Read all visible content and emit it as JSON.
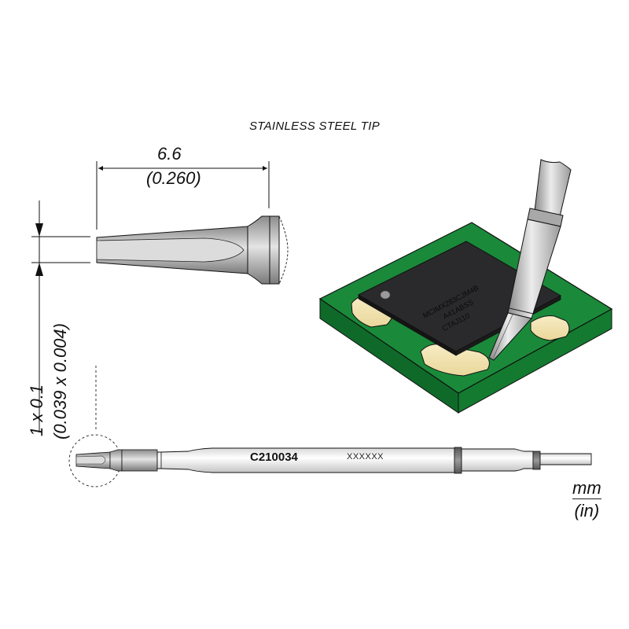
{
  "diagram": {
    "title": "STAINLESS STEEL TIP",
    "dimensions": {
      "length_mm": "6.6",
      "length_in": "(0.260)",
      "tip_mm": "1 x 0.1",
      "tip_in": "(0.039 x 0.004)"
    },
    "units": {
      "primary": "mm",
      "secondary": "(in)"
    },
    "cartridge": {
      "part_number": "C210034",
      "serial": "XXXXXX"
    },
    "illustration": {
      "chip_marking_lines": [
        "MCIMX283CJM4B",
        "A41ABSS",
        "CTAJ110"
      ],
      "colors": {
        "pcb_green": "#1a8a3a",
        "pcb_green_dark": "#0f6a2a",
        "pad_cream": "#f3e6b3",
        "chip_black": "#2a2a2c",
        "steel_gray": "#b8b8b8",
        "line": "#111111"
      }
    }
  }
}
